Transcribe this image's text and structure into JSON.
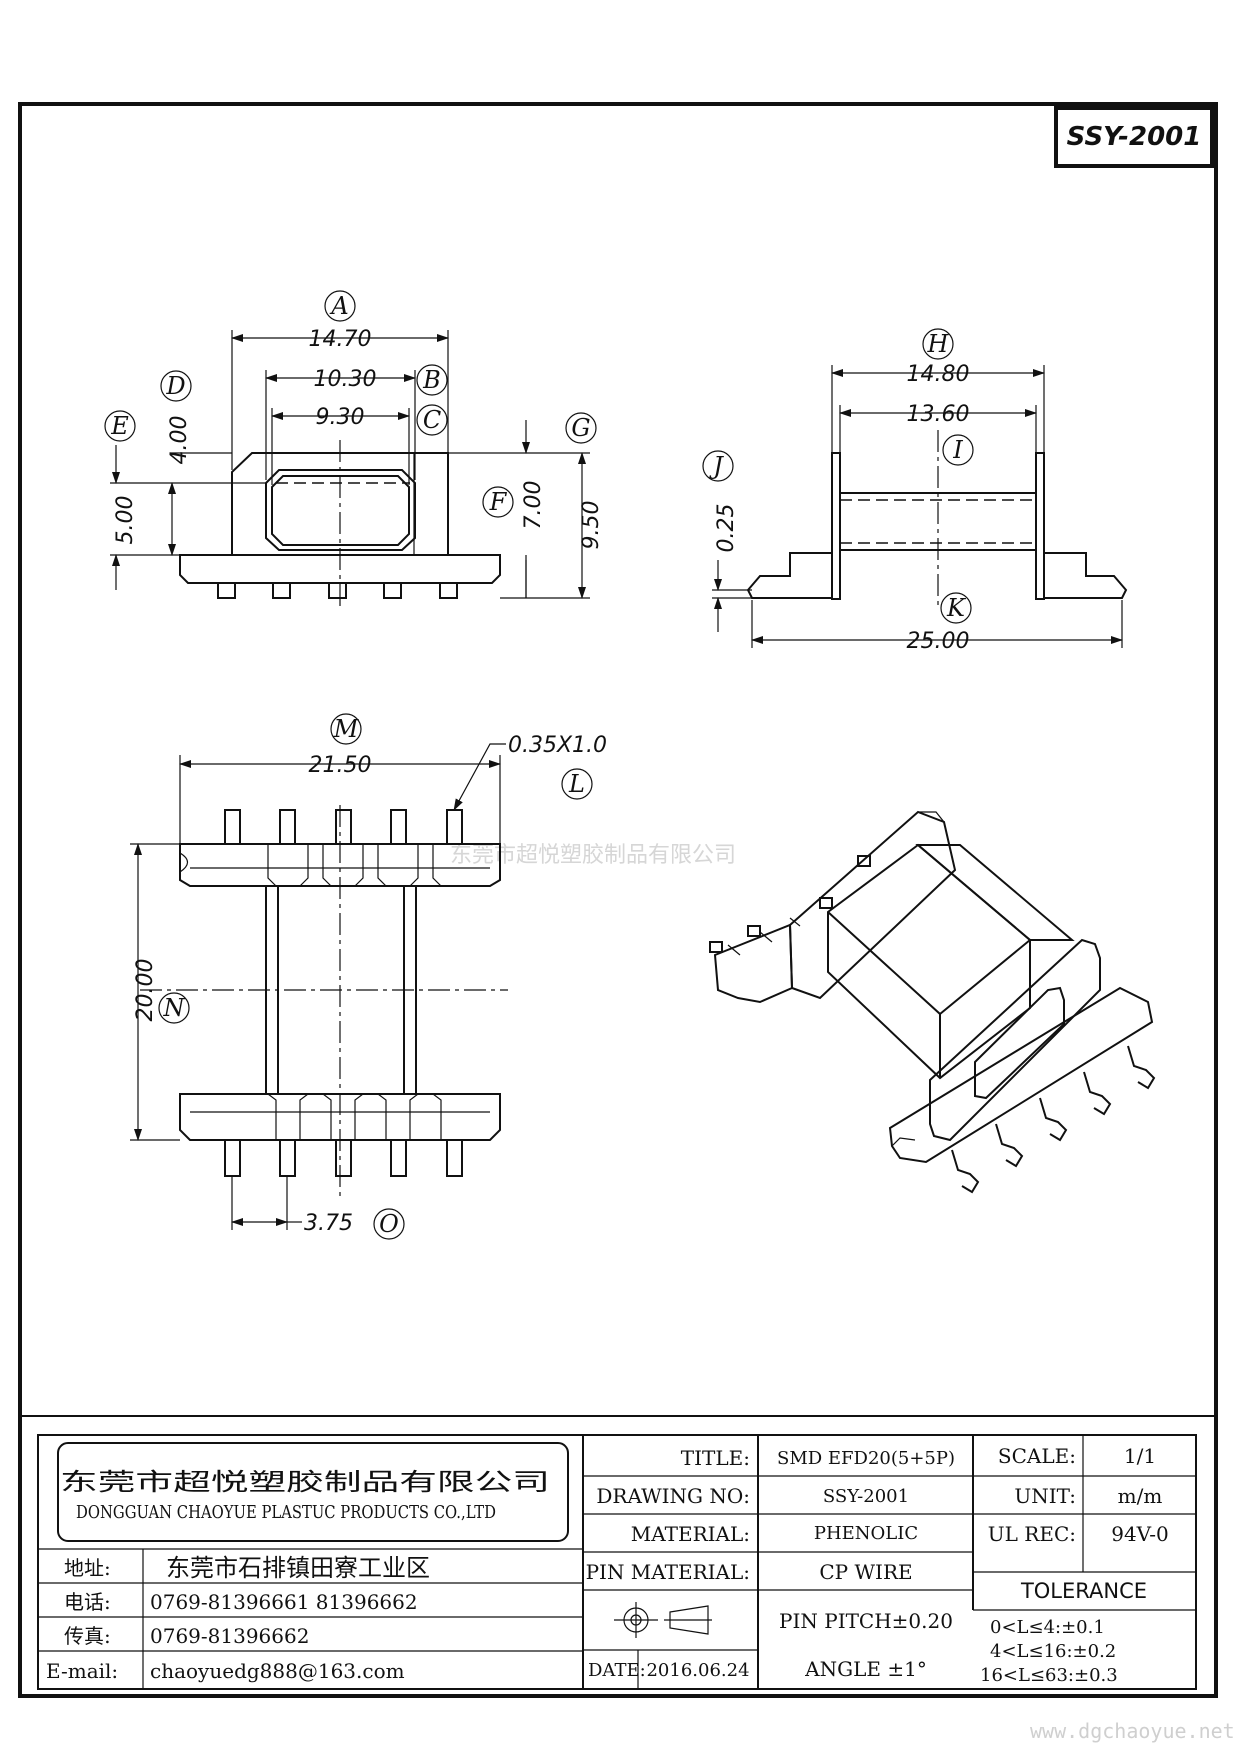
{
  "drawing_code": "SSY-2001",
  "watermark": "东莞市超悦塑胶制品有限公司",
  "website": "www.dgchaoyue.net",
  "dimensions": {
    "a": "14.70",
    "b": "10.30",
    "c": "9.30",
    "d": "4.00",
    "e": "5.00",
    "f": "7.00",
    "g": "9.50",
    "h": "14.80",
    "i": "13.60",
    "j": "0.25",
    "k": "25.00",
    "m": "21.50",
    "chamfer": "0.35X1.0",
    "n": "20.00",
    "o": "3.75"
  },
  "labels": {
    "a": "A",
    "b": "B",
    "c": "C",
    "d": "D",
    "e": "E",
    "f": "F",
    "g": "G",
    "h": "H",
    "i": "I",
    "j": "J",
    "k": "K",
    "l": "L",
    "m": "M",
    "n": "N",
    "o": "O"
  },
  "title_block": {
    "company_cn": "东莞市超悦塑胶制品有限公司",
    "company_en": "DONGGUAN CHAOYUE PLASTUC PRODUCTS CO.,LTD",
    "address_label": "地址:",
    "address": "东莞市石排镇田寮工业区",
    "phone_label": "电话:",
    "phone": "0769-81396661   81396662",
    "fax_label": "传真:",
    "fax": "0769-81396662",
    "email_label": "E-mail:",
    "email": "chaoyuedg888@163.com",
    "title_label": "TITLE:",
    "title": "SMD EFD20(5+5P)",
    "scale_label": "SCALE:",
    "scale": "1/1",
    "drawing_no_label": "DRAWING NO:",
    "drawing_no": "SSY-2001",
    "unit_label": "UNIT:",
    "unit": "m/m",
    "material_label": "MATERIAL:",
    "material": "PHENOLIC",
    "ul_label": "UL REC:",
    "ul": "94V-0",
    "pin_material_label": "PIN MATERIAL:",
    "pin_material": "CP WIRE",
    "tolerance_label": "TOLERANCE",
    "pin_pitch": "PIN PITCH±0.20",
    "tol_1": "0<L≤4:±0.1",
    "tol_2": "4<L≤16:±0.2",
    "tol_3": "16<L≤63:±0.3",
    "date_label": "DATE:",
    "date": "2016.06.24",
    "angle": "ANGLE  ±1°"
  }
}
